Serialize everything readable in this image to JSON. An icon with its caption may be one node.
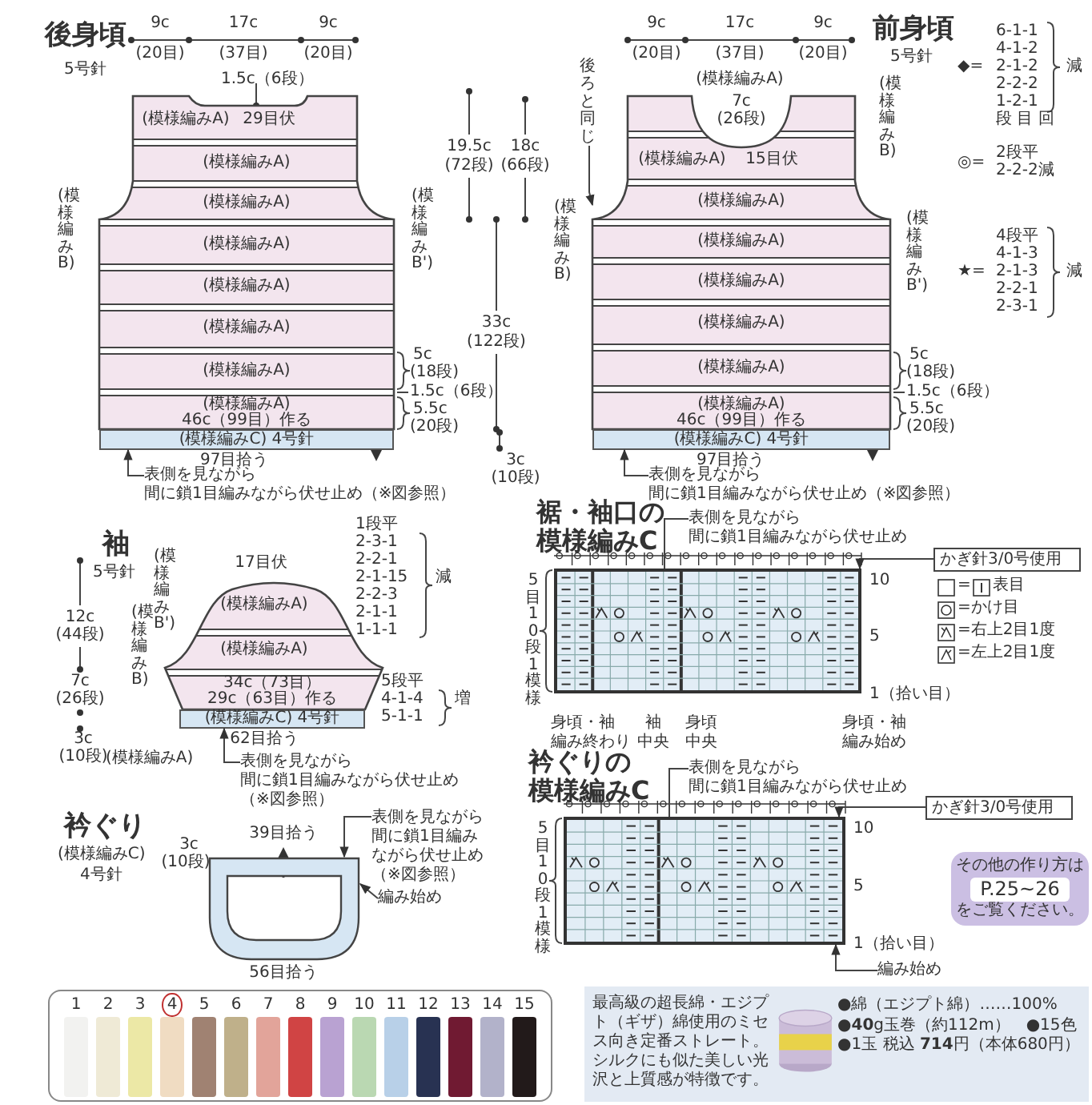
{
  "diagram": {
    "nodes": [
      {
        "text": [
          "(模様編みA)",
          "29目伏",
          "(模様編みA)",
          "(模様編みA)",
          "(模様編みA)",
          "(模様編みA)",
          "(模様編みA)",
          "(模様編みA)",
          "(模様編みA)",
          "46c（99目）作る"
        ],
        "beside": [
          "1.5c（6段）"
        ]
      },
      {
        "text": [
          "(模様編みC) 4号針"
        ]
      },
      {
        "text": [
          "7c",
          "(26段)",
          "(模様編みA)",
          "15目伏",
          "(模様編みA)",
          "(模様編みA)",
          "(模様編みA)",
          "(模様編みA)",
          "(模様編みA)",
          "(模様編みA)",
          "46c（99目）作る"
        ],
        "beside": [
          "(模様編みA)"
        ]
      },
      {
        "text": [
          "(模様編みC) 4号針"
        ]
      },
      {
        "text": [
          "(模様編みA)",
          "(模様編みA)",
          "34c（73目）",
          "29c（63目）作る"
        ],
        "beside": [
          "17目伏"
        ]
      },
      {
        "text": [
          "(模様編みC) 4号針"
        ]
      },
      {
        "text": [],
        "shape": "band",
        "beside": [
          "39目拾う",
          "56目拾う"
        ]
      },
      {
        "text": [],
        "shape": "box",
        "beside": [
          "裾・袖口の",
          "模様編みC"
        ]
      },
      {
        "text": [],
        "shape": "box",
        "beside": [
          "衿ぐりの",
          "模様編みC"
        ]
      },
      {
        "text": [
          "表側を見ながら",
          "間に鎖1目編みながら伏せ止め（※図参照）"
        ]
      },
      {
        "text": [
          "表側を見ながら",
          "間に鎖1目編みながら伏せ止め（※図参照）"
        ]
      },
      {
        "text": [
          "表側を見ながら",
          "間に鎖1目編みながら伏せ止め",
          "（※図参照）"
        ]
      },
      {
        "text": [
          "表側を見ながら",
          "間に鎖1目編み",
          "ながら伏せ止め",
          "（※図参照）"
        ]
      },
      {
        "text": [
          "編み始め"
        ]
      },
      {
        "text": [
          "表側を見ながら",
          "間に鎖1目編みながら伏せ止め"
        ]
      },
      {
        "text": [
          "表側を見ながら",
          "間に鎖1目編みながら伏せ止め"
        ]
      },
      {
        "text": [
          "編み始め"
        ]
      },
      {
        "text": [
          "後ろと同じ"
        ]
      },
      {
        "text": [
          "かぎ針3/0号使用"
        ]
      },
      {
        "text": [
          "かぎ針3/0号使用"
        ]
      },
      {
        "text": [
          "その他の作り方は",
          "P.25~26",
          "をご覧ください。"
        ]
      },
      {
        "text": [
          "最高級の超長綿・エジプト（ギザ）綿使用のミセス向き定番ストレート。シルクにも似た美しい光沢と上質感が特徴です。",
          "●綿（エジプト綿）……100%",
          "●**40**g玉巻（約112m）　●15色",
          "●1玉 税込 **714**円（本体680円）"
        ]
      }
    ],
    "edges": [
      {
        "from": 9,
        "to": 1,
        "arrow": "to"
      },
      {
        "from": 10,
        "to": 3,
        "arrow": "to"
      },
      {
        "from": 11,
        "to": 5,
        "arrow": "to"
      },
      {
        "from": 12,
        "to": 6,
        "arrow": "to"
      },
      {
        "from": 13,
        "to": 6,
        "arrow": "to"
      },
      {
        "from": 14,
        "to": 7,
        "arrow": "none"
      },
      {
        "from": 15,
        "to": 8,
        "arrow": "none"
      },
      {
        "from": 16,
        "to": 8,
        "arrow": "to"
      },
      {
        "from": 17,
        "to": 2,
        "arrow": "to"
      },
      {
        "from": 18,
        "to": 7,
        "arrow": "to"
      },
      {
        "from": 19,
        "to": 8,
        "arrow": "to"
      }
    ],
    "labels": [
      "後身頃",
      "5号針",
      "9c",
      "(20目)",
      "17c",
      "(37目)",
      "9c",
      "(20目)",
      "(模様編みB)",
      "(模様編みB')",
      "19.5c",
      "(72段)",
      "18c",
      "(66段)",
      "33c",
      "(122段)",
      "3c",
      "(10段)",
      "5c",
      "(18段)",
      "1.5c（6段）",
      "5.5c",
      "(20段)",
      "97目拾う",
      "前身頃",
      "5号針",
      "9c",
      "(20目)",
      "17c",
      "(37目)",
      "9c",
      "(20目)",
      "(模様編みB)",
      "(模様編みB)",
      "(模様編みB')",
      "5c",
      "(18段)",
      "1.5c（6段）",
      "5.5c",
      "(20段)",
      "97目拾う",
      "◆=",
      "6-1-1",
      "4-1-2",
      "2-1-2",
      "2-2-2",
      "1-2-1",
      "段 目 回",
      "減",
      "◎=",
      "2段平",
      "2-2-2減",
      "★=",
      "4段平",
      "4-1-3",
      "2-1-3",
      "2-2-1",
      "2-3-1",
      "減",
      "袖",
      "5号針",
      "(模様編みB')",
      "(模様編みB)",
      "1段平",
      "2-3-1",
      "2-2-1",
      "2-1-15",
      "2-2-3",
      "2-1-1",
      "1-1-1",
      "減",
      "5段平",
      "4-1-4",
      "5-1-1",
      "増",
      "12c",
      "(44段)",
      "7c",
      "(26段)",
      "3c",
      "(10段)",
      "62目拾う",
      "(模様編みA)",
      "衿ぐり",
      "(模様編みC)",
      "4号針",
      "3c",
      "(10段)",
      "10",
      "5",
      "1（拾い目）",
      "5目10段1模様",
      "身頃・袖",
      "編み終わり",
      "袖",
      "中央",
      "身頃",
      "中央",
      "身頃・袖",
      "編み始め",
      "=",
      "表目",
      "=かけ目",
      "=右上2目1度",
      "=左上2目1度",
      "10",
      "5",
      "1（拾い目）",
      "5目10段1模様"
    ],
    "legend": [
      {
        "text": "1",
        "color": "#f2f2f0"
      },
      {
        "text": "2",
        "color": "#efead6"
      },
      {
        "text": "3",
        "color": "#ece8a6"
      },
      {
        "text": "4",
        "color": "#f0dcc2"
      },
      {
        "text": "5",
        "color": "#a08272"
      },
      {
        "text": "6",
        "color": "#bfb08a"
      },
      {
        "text": "7",
        "color": "#e2a49a"
      },
      {
        "text": "8",
        "color": "#d04444"
      },
      {
        "text": "9",
        "color": "#b9a2d2"
      },
      {
        "text": "10",
        "color": "#bad8b2"
      },
      {
        "text": "11",
        "color": "#b8d0e8"
      },
      {
        "text": "12",
        "color": "#283252"
      },
      {
        "text": "13",
        "color": "#701a32"
      },
      {
        "text": "14",
        "color": "#b2b2ca"
      },
      {
        "text": "15",
        "color": "#221a1a"
      }
    ]
  }
}
